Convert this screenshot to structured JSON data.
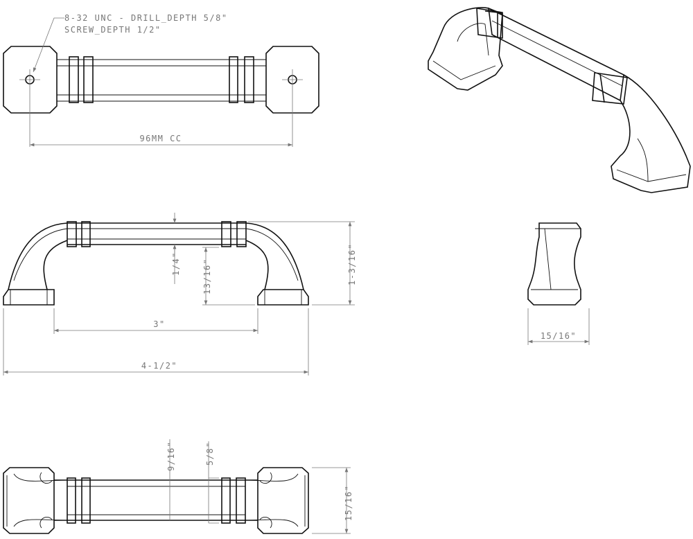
{
  "title": "Cabinet pull technical drawing",
  "callout": {
    "line1": "8-32 UNC - DRILL_DEPTH 5/8\"",
    "line2": "SCREW_DEPTH 1/2\""
  },
  "dimensions": {
    "center_to_center": "96MM CC",
    "inner_span": "3\"",
    "overall_length": "4-1/2\"",
    "bar_thickness": "1/4\"",
    "clearance": "13/16\"",
    "projection": "1-3/16\"",
    "side_width": "15/16\"",
    "collar_width": "9/16\"",
    "bar_width": "5/8\"",
    "base_width": "15/16\""
  },
  "colors": {
    "line": "#111111",
    "dimension": "#777777"
  }
}
